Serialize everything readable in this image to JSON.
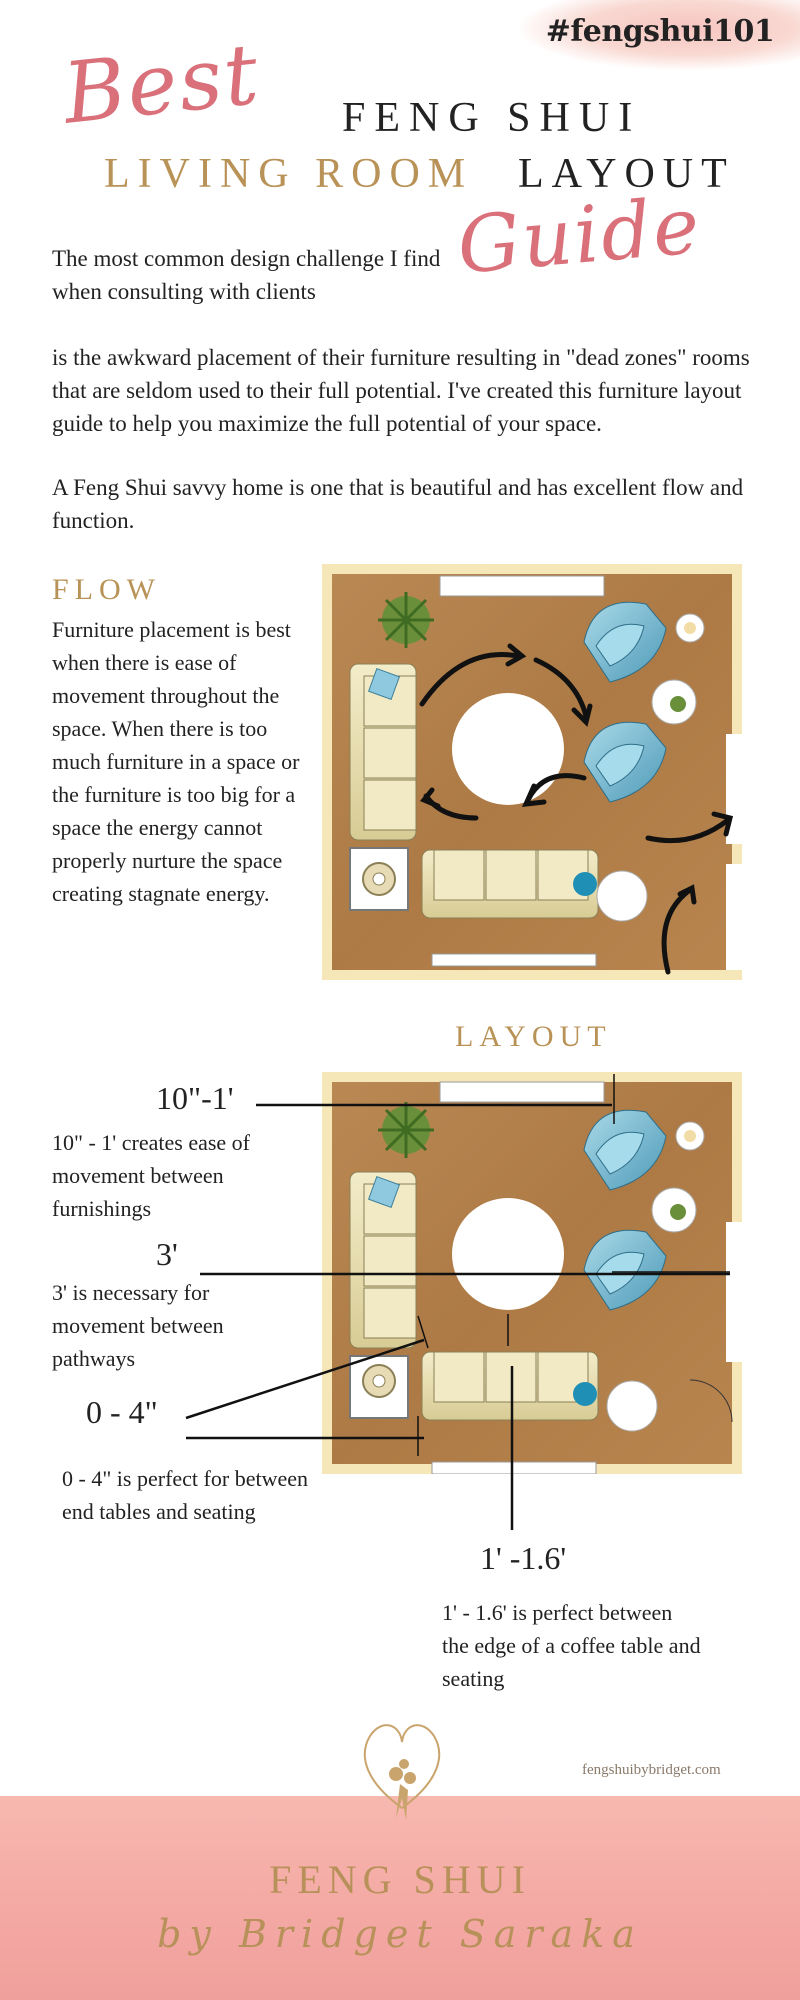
{
  "header": {
    "hashtag": "#fengshui101",
    "script_best": "Best",
    "title_line1": "FENG SHUI",
    "title_line2_accent": "LIVING ROOM",
    "title_line2_rest": "LAYOUT",
    "script_guide": "Guide"
  },
  "intro": {
    "p1": "The most common design challenge I find when consulting with clients",
    "p2": "is the awkward placement of their furniture resulting in  \"dead zones\" rooms that are seldom used to their full potential. I've created this furniture layout guide to help you maximize the full potential of your space.",
    "p3": "A Feng Shui savvy home is one that is beautiful and has excellent flow and function."
  },
  "flow": {
    "heading": "FLOW",
    "body": "Furniture placement is best when there is ease of movement throughout the space. When there is too much furniture in a space or the furniture is too big for a space the energy cannot properly nurture the space creating stagnate energy."
  },
  "layout": {
    "heading": "LAYOUT",
    "m1_value": "10\"-1'",
    "m1_note": "10\" - 1' creates ease of movement between furnishings",
    "m2_value": "3'",
    "m2_note": "3' is necessary for movement between pathways",
    "m3_value": "0 - 4\"",
    "m3_note": "0 - 4\" is perfect for between end tables and seating",
    "m4_value": "1' -1.6'",
    "m4_note": "1' - 1.6' is perfect between the edge of a coffee table and seating"
  },
  "footer": {
    "site": "fengshuibybridget.com",
    "brand_line1": "FENG SHUI",
    "brand_line2": "by Bridget Saraka"
  },
  "colors": {
    "floor": "#b5834f",
    "wall": "#f6e7b8",
    "accent_gold": "#b89256",
    "accent_pink": "#d9707a",
    "chair_blue": "#6fb6cf",
    "footer_pink": "#f4a9a4"
  },
  "icons": [
    "plant-icon",
    "armchair-icon",
    "sofa-icon",
    "flow-arrow-icon",
    "heart-logo-icon"
  ]
}
